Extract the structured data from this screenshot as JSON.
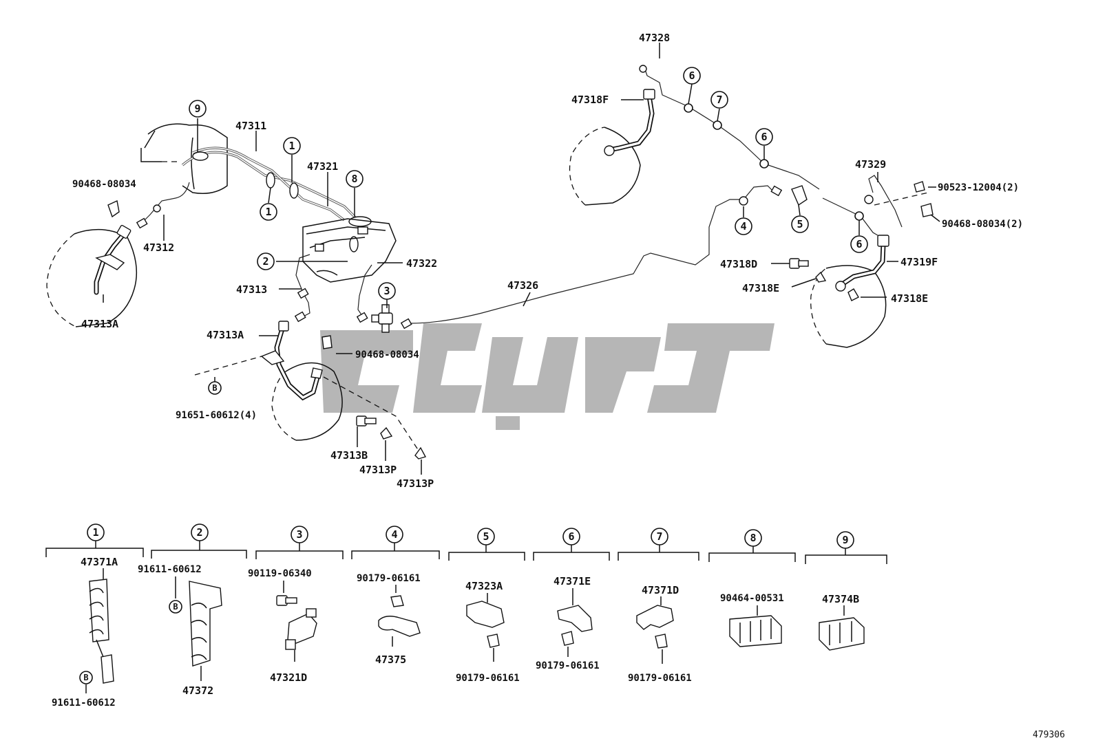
{
  "figure_number": "479306",
  "callouts": {
    "c47328": "47328",
    "c47318F": "47318F",
    "c47311": "47311",
    "c47321": "47321",
    "c47329": "47329",
    "c90523": "90523-12004(2)",
    "c90468a": "90468-08034",
    "c90468b": "90468-08034(2)",
    "c47312": "47312",
    "c47322": "47322",
    "c47313": "47313",
    "c47326": "47326",
    "c47318D": "47318D",
    "c47319F": "47319F",
    "c47318E_a": "47318E",
    "c47318E_b": "47318E",
    "c47313A_a": "47313A",
    "c47313A_b": "47313A",
    "c90468c": "90468-08034",
    "c91651": "91651-60612(4)",
    "c47313B": "47313B",
    "c47313P_a": "47313P",
    "c47313P_b": "47313P"
  },
  "circle_markers": {
    "m1": "1",
    "m2": "2",
    "m3": "3",
    "m4": "4",
    "m5": "5",
    "m6": "6",
    "m7": "7",
    "m8": "8",
    "m9": "9",
    "mB": "B"
  },
  "detail_groups": [
    {
      "number": "1",
      "parts": [
        "47371A",
        "91611-60612"
      ],
      "marker": "B"
    },
    {
      "number": "2",
      "parts": [
        "91611-60612",
        "47372"
      ],
      "marker": "B"
    },
    {
      "number": "3",
      "parts": [
        "90119-06340",
        "47321D"
      ]
    },
    {
      "number": "4",
      "parts": [
        "90179-06161",
        "47375"
      ]
    },
    {
      "number": "5",
      "parts": [
        "47323A",
        "90179-06161"
      ]
    },
    {
      "number": "6",
      "parts": [
        "47371E",
        "90179-06161"
      ]
    },
    {
      "number": "7",
      "parts": [
        "47371D",
        "90179-06161"
      ]
    },
    {
      "number": "8",
      "parts": [
        "90464-00531"
      ]
    },
    {
      "number": "9",
      "parts": [
        "47374B"
      ]
    }
  ]
}
